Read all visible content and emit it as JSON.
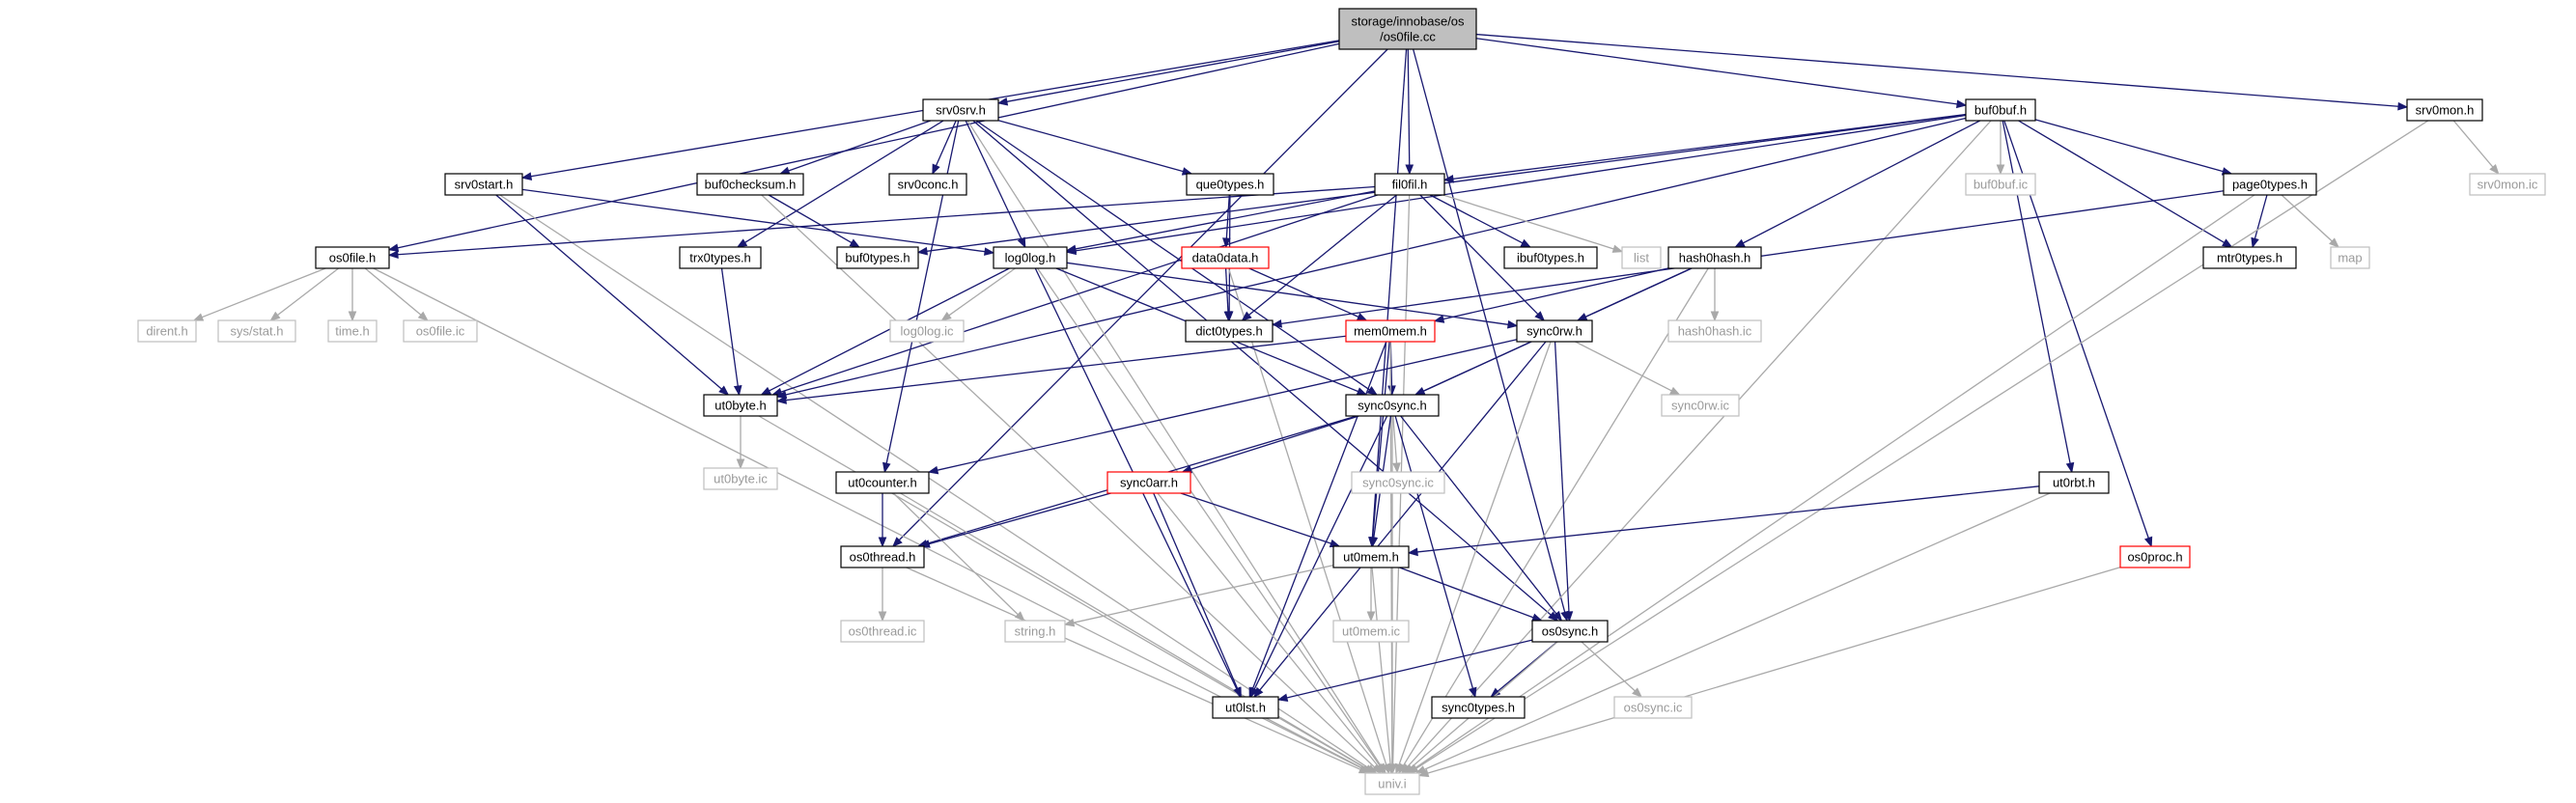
{
  "diagram": {
    "nodes": [
      {
        "id": "root",
        "lines": [
          "storage/innobase/os",
          "/os0file.cc"
        ],
        "style": "root"
      },
      {
        "id": "srv0srv",
        "lines": [
          "srv0srv.h"
        ],
        "style": "std"
      },
      {
        "id": "buf0buf",
        "lines": [
          "buf0buf.h"
        ],
        "style": "std"
      },
      {
        "id": "srv0mon",
        "lines": [
          "srv0mon.h"
        ],
        "style": "std"
      },
      {
        "id": "srv0mon_ic",
        "lines": [
          "srv0mon.ic"
        ],
        "style": "ext"
      },
      {
        "id": "srv0start",
        "lines": [
          "srv0start.h"
        ],
        "style": "std"
      },
      {
        "id": "buf0checksum",
        "lines": [
          "buf0checksum.h"
        ],
        "style": "std"
      },
      {
        "id": "srv0conc",
        "lines": [
          "srv0conc.h"
        ],
        "style": "std"
      },
      {
        "id": "que0types",
        "lines": [
          "que0types.h"
        ],
        "style": "std"
      },
      {
        "id": "fil0fil",
        "lines": [
          "fil0fil.h"
        ],
        "style": "std"
      },
      {
        "id": "buf0buf_ic",
        "lines": [
          "buf0buf.ic"
        ],
        "style": "ext"
      },
      {
        "id": "page0types",
        "lines": [
          "page0types.h"
        ],
        "style": "std"
      },
      {
        "id": "trx0types",
        "lines": [
          "trx0types.h"
        ],
        "style": "std"
      },
      {
        "id": "buf0types",
        "lines": [
          "buf0types.h"
        ],
        "style": "std"
      },
      {
        "id": "data0data",
        "lines": [
          "data0data.h"
        ],
        "style": "warn"
      },
      {
        "id": "log0log",
        "lines": [
          "log0log.h"
        ],
        "style": "std"
      },
      {
        "id": "ibuf0types",
        "lines": [
          "ibuf0types.h"
        ],
        "style": "std"
      },
      {
        "id": "list",
        "lines": [
          "list"
        ],
        "style": "ext"
      },
      {
        "id": "hash0hash",
        "lines": [
          "hash0hash.h"
        ],
        "style": "std"
      },
      {
        "id": "mtr0types",
        "lines": [
          "mtr0types.h"
        ],
        "style": "std"
      },
      {
        "id": "map",
        "lines": [
          "map"
        ],
        "style": "ext"
      },
      {
        "id": "os0file",
        "lines": [
          "os0file.h"
        ],
        "style": "std"
      },
      {
        "id": "dirent",
        "lines": [
          "dirent.h"
        ],
        "style": "ext"
      },
      {
        "id": "sysstat",
        "lines": [
          "sys/stat.h"
        ],
        "style": "ext"
      },
      {
        "id": "time",
        "lines": [
          "time.h"
        ],
        "style": "ext"
      },
      {
        "id": "os0file_ic",
        "lines": [
          "os0file.ic"
        ],
        "style": "ext"
      },
      {
        "id": "log0log_ic",
        "lines": [
          "log0log.ic"
        ],
        "style": "ext"
      },
      {
        "id": "dict0types",
        "lines": [
          "dict0types.h"
        ],
        "style": "std"
      },
      {
        "id": "mem0mem",
        "lines": [
          "mem0mem.h"
        ],
        "style": "warn"
      },
      {
        "id": "sync0rw",
        "lines": [
          "sync0rw.h"
        ],
        "style": "std"
      },
      {
        "id": "hash0hash_ic",
        "lines": [
          "hash0hash.ic"
        ],
        "style": "ext"
      },
      {
        "id": "ut0byte",
        "lines": [
          "ut0byte.h"
        ],
        "style": "std"
      },
      {
        "id": "sync0sync",
        "lines": [
          "sync0sync.h"
        ],
        "style": "std"
      },
      {
        "id": "sync0rw_ic",
        "lines": [
          "sync0rw.ic"
        ],
        "style": "ext"
      },
      {
        "id": "ut0byte_ic",
        "lines": [
          "ut0byte.ic"
        ],
        "style": "ext"
      },
      {
        "id": "ut0counter",
        "lines": [
          "ut0counter.h"
        ],
        "style": "std"
      },
      {
        "id": "sync0arr",
        "lines": [
          "sync0arr.h"
        ],
        "style": "warn"
      },
      {
        "id": "sync0sync_ic",
        "lines": [
          "sync0sync.ic"
        ],
        "style": "ext"
      },
      {
        "id": "ut0rbt",
        "lines": [
          "ut0rbt.h"
        ],
        "style": "std"
      },
      {
        "id": "os0thread",
        "lines": [
          "os0thread.h"
        ],
        "style": "std"
      },
      {
        "id": "ut0mem",
        "lines": [
          "ut0mem.h"
        ],
        "style": "std"
      },
      {
        "id": "os0proc",
        "lines": [
          "os0proc.h"
        ],
        "style": "warn"
      },
      {
        "id": "os0thread_ic",
        "lines": [
          "os0thread.ic"
        ],
        "style": "ext"
      },
      {
        "id": "string",
        "lines": [
          "string.h"
        ],
        "style": "ext"
      },
      {
        "id": "ut0mem_ic",
        "lines": [
          "ut0mem.ic"
        ],
        "style": "ext"
      },
      {
        "id": "os0sync",
        "lines": [
          "os0sync.h"
        ],
        "style": "std"
      },
      {
        "id": "ut0lst",
        "lines": [
          "ut0lst.h"
        ],
        "style": "std"
      },
      {
        "id": "sync0types",
        "lines": [
          "sync0types.h"
        ],
        "style": "std"
      },
      {
        "id": "os0sync_ic",
        "lines": [
          "os0sync.ic"
        ],
        "style": "ext"
      },
      {
        "id": "univ",
        "lines": [
          "univ.i"
        ],
        "style": "ext"
      }
    ],
    "edges": [
      [
        "root",
        "srv0srv"
      ],
      [
        "root",
        "buf0buf"
      ],
      [
        "root",
        "srv0mon"
      ],
      [
        "root",
        "srv0start"
      ],
      [
        "root",
        "fil0fil"
      ],
      [
        "root",
        "os0file"
      ],
      [
        "root",
        "os0thread"
      ],
      [
        "root",
        "ut0mem"
      ],
      [
        "root",
        "os0sync"
      ],
      [
        "srv0srv",
        "buf0checksum"
      ],
      [
        "srv0srv",
        "srv0conc"
      ],
      [
        "srv0srv",
        "que0types"
      ],
      [
        "srv0srv",
        "log0log"
      ],
      [
        "srv0srv",
        "trx0types"
      ],
      [
        "srv0srv",
        "ut0counter"
      ],
      [
        "srv0srv",
        "sync0sync"
      ],
      [
        "srv0srv",
        "os0sync"
      ],
      [
        "srv0srv",
        "univ"
      ],
      [
        "srv0start",
        "log0log"
      ],
      [
        "srv0start",
        "ut0byte"
      ],
      [
        "srv0start",
        "univ"
      ],
      [
        "buf0checksum",
        "buf0types"
      ],
      [
        "buf0checksum",
        "univ"
      ],
      [
        "que0types",
        "data0data"
      ],
      [
        "que0types",
        "dict0types"
      ],
      [
        "data0data",
        "dict0types"
      ],
      [
        "data0data",
        "mem0mem"
      ],
      [
        "data0data",
        "univ"
      ],
      [
        "buf0buf",
        "fil0fil"
      ],
      [
        "buf0buf",
        "buf0types"
      ],
      [
        "buf0buf",
        "hash0hash"
      ],
      [
        "buf0buf",
        "ut0rbt"
      ],
      [
        "buf0buf",
        "os0proc"
      ],
      [
        "buf0buf",
        "page0types"
      ],
      [
        "buf0buf",
        "mtr0types"
      ],
      [
        "buf0buf",
        "buf0buf_ic"
      ],
      [
        "buf0buf",
        "log0log"
      ],
      [
        "buf0buf",
        "ut0byte"
      ],
      [
        "buf0buf",
        "univ"
      ],
      [
        "fil0fil",
        "dict0types"
      ],
      [
        "fil0fil",
        "ibuf0types"
      ],
      [
        "fil0fil",
        "list"
      ],
      [
        "fil0fil",
        "log0log"
      ],
      [
        "fil0fil",
        "os0file"
      ],
      [
        "fil0fil",
        "sync0rw"
      ],
      [
        "fil0fil",
        "ut0byte"
      ],
      [
        "fil0fil",
        "univ"
      ],
      [
        "page0types",
        "mtr0types"
      ],
      [
        "page0types",
        "map"
      ],
      [
        "page0types",
        "dict0types"
      ],
      [
        "page0types",
        "univ"
      ],
      [
        "srv0mon",
        "srv0mon_ic"
      ],
      [
        "srv0mon",
        "univ"
      ],
      [
        "trx0types",
        "ut0byte"
      ],
      [
        "log0log",
        "log0log_ic"
      ],
      [
        "log0log",
        "ut0byte"
      ],
      [
        "log0log",
        "sync0sync"
      ],
      [
        "log0log",
        "sync0rw"
      ],
      [
        "log0log",
        "ut0lst"
      ],
      [
        "log0log",
        "univ"
      ],
      [
        "os0file",
        "dirent"
      ],
      [
        "os0file",
        "sysstat"
      ],
      [
        "os0file",
        "time"
      ],
      [
        "os0file",
        "os0file_ic"
      ],
      [
        "os0file",
        "univ"
      ],
      [
        "hash0hash",
        "mem0mem"
      ],
      [
        "hash0hash",
        "sync0rw"
      ],
      [
        "hash0hash",
        "hash0hash_ic"
      ],
      [
        "hash0hash",
        "sync0sync"
      ],
      [
        "hash0hash",
        "univ"
      ],
      [
        "mem0mem",
        "ut0byte"
      ],
      [
        "mem0mem",
        "sync0sync"
      ],
      [
        "mem0mem",
        "ut0mem"
      ],
      [
        "mem0mem",
        "ut0lst"
      ],
      [
        "mem0mem",
        "univ"
      ],
      [
        "sync0rw",
        "sync0rw_ic"
      ],
      [
        "sync0rw",
        "sync0sync"
      ],
      [
        "sync0rw",
        "ut0counter"
      ],
      [
        "sync0rw",
        "os0sync"
      ],
      [
        "sync0rw",
        "ut0lst"
      ],
      [
        "sync0rw",
        "univ"
      ],
      [
        "ut0byte",
        "ut0byte_ic"
      ],
      [
        "ut0byte",
        "univ"
      ],
      [
        "sync0sync",
        "sync0sync_ic"
      ],
      [
        "sync0sync",
        "sync0arr"
      ],
      [
        "sync0sync",
        "os0thread"
      ],
      [
        "sync0sync",
        "ut0mem"
      ],
      [
        "sync0sync",
        "os0sync"
      ],
      [
        "sync0sync",
        "sync0types"
      ],
      [
        "sync0sync",
        "ut0lst"
      ],
      [
        "sync0sync",
        "univ"
      ],
      [
        "ut0counter",
        "os0thread"
      ],
      [
        "ut0counter",
        "string"
      ],
      [
        "ut0counter",
        "univ"
      ],
      [
        "sync0arr",
        "ut0mem"
      ],
      [
        "sync0arr",
        "os0thread"
      ],
      [
        "sync0arr",
        "ut0lst"
      ],
      [
        "sync0arr",
        "univ"
      ],
      [
        "ut0rbt",
        "ut0mem"
      ],
      [
        "ut0rbt",
        "univ"
      ],
      [
        "os0proc",
        "univ"
      ],
      [
        "os0thread",
        "os0thread_ic"
      ],
      [
        "os0thread",
        "univ"
      ],
      [
        "ut0mem",
        "string"
      ],
      [
        "ut0mem",
        "ut0mem_ic"
      ],
      [
        "ut0mem",
        "os0sync"
      ],
      [
        "ut0mem",
        "univ"
      ],
      [
        "os0sync",
        "ut0lst"
      ],
      [
        "os0sync",
        "sync0types"
      ],
      [
        "os0sync",
        "os0sync_ic"
      ],
      [
        "os0sync",
        "univ"
      ],
      [
        "ut0lst",
        "univ"
      ]
    ]
  }
}
